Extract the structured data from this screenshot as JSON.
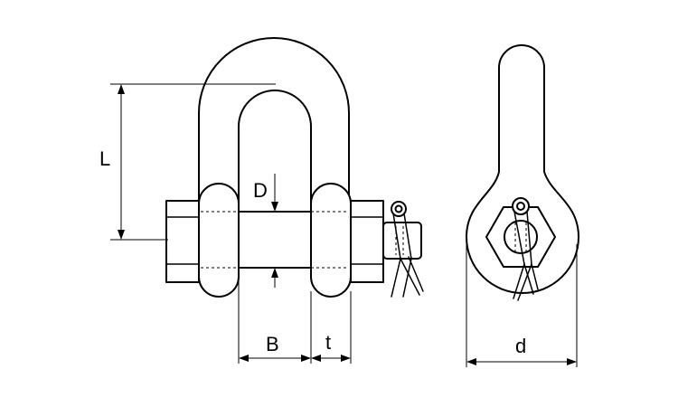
{
  "labels": {
    "L": "L",
    "D": "D",
    "B": "B",
    "t": "t",
    "d": "d"
  }
}
